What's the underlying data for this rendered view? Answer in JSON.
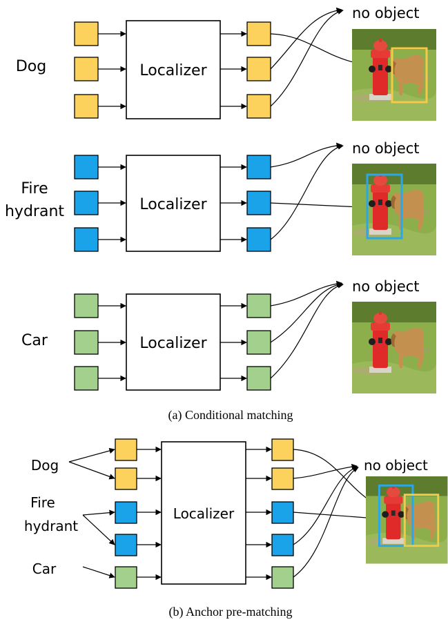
{
  "colors": {
    "dog": "#fcd25c",
    "hydrant": "#1aa3e8",
    "car": "#a3d08c",
    "dog_box": "#f7c948",
    "hydrant_box": "#2aa7e6"
  },
  "icons": [
    "fire-hydrant-and-dog-photo"
  ],
  "panel_a": {
    "caption": "(a) Conditional matching",
    "rows": [
      {
        "label": "Dog",
        "localizer": "Localizer",
        "no_object": "no object"
      },
      {
        "label_line1": "Fire",
        "label_line2": "hydrant",
        "localizer": "Localizer",
        "no_object": "no object"
      },
      {
        "label": "Car",
        "localizer": "Localizer",
        "no_object": "no object"
      }
    ]
  },
  "panel_b": {
    "caption": "(b) Anchor pre-matching",
    "label_dog": "Dog",
    "label_hydrant_line1": "Fire",
    "label_hydrant_line2": "hydrant",
    "label_car": "Car",
    "localizer": "Localizer",
    "no_object": "no object"
  }
}
